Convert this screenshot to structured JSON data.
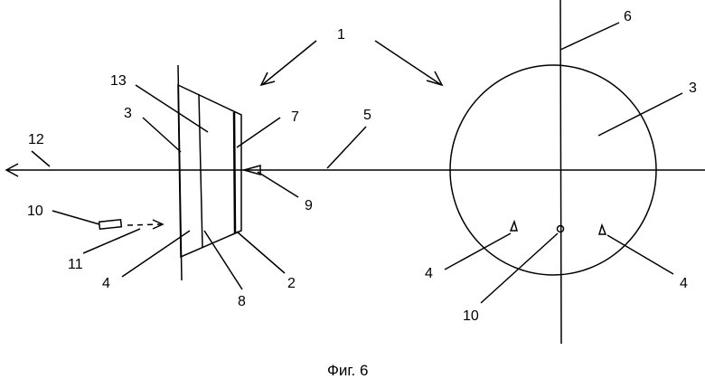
{
  "labels": {
    "l1": "1",
    "l2": "2",
    "l3_left": "3",
    "l3_right": "3",
    "l4_left": "4",
    "l4_right_a": "4",
    "l4_right_b": "4",
    "l5": "5",
    "l6": "6",
    "l7": "7",
    "l8": "8",
    "l9": "9",
    "l10_left": "10",
    "l10_right": "10",
    "l11": "11",
    "l12": "12",
    "l13": "13"
  },
  "caption": "Фиг. 6"
}
